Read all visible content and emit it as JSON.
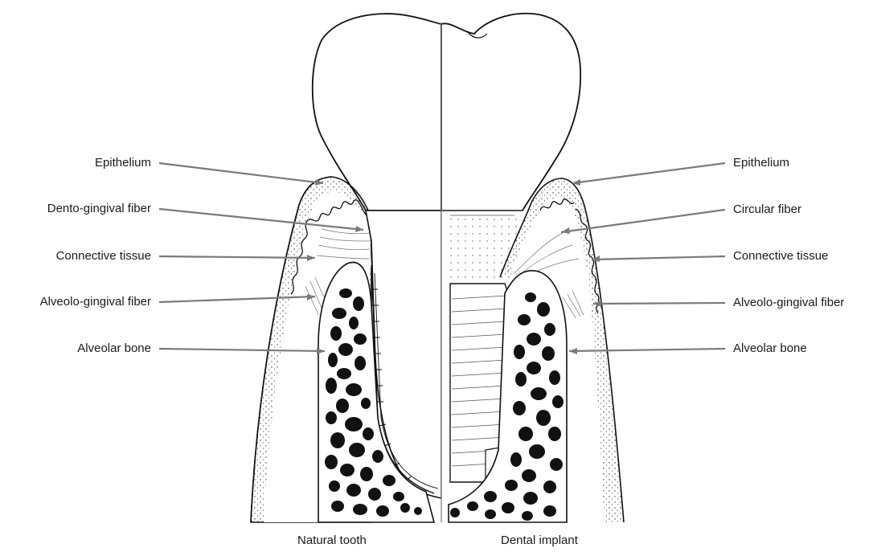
{
  "natural_tooth": {
    "caption": "Natural tooth",
    "labels": [
      "Epithelium",
      "Dento-gingival fiber",
      "Connective tissue",
      "Alveolo-gingival fiber",
      "Alveolar bone"
    ]
  },
  "dental_implant": {
    "caption": "Dental implant",
    "labels": [
      "Epithelium",
      "Circular fiber",
      "Connective tissue",
      "Alveolo-gingival fiber",
      "Alveolar bone"
    ]
  }
}
